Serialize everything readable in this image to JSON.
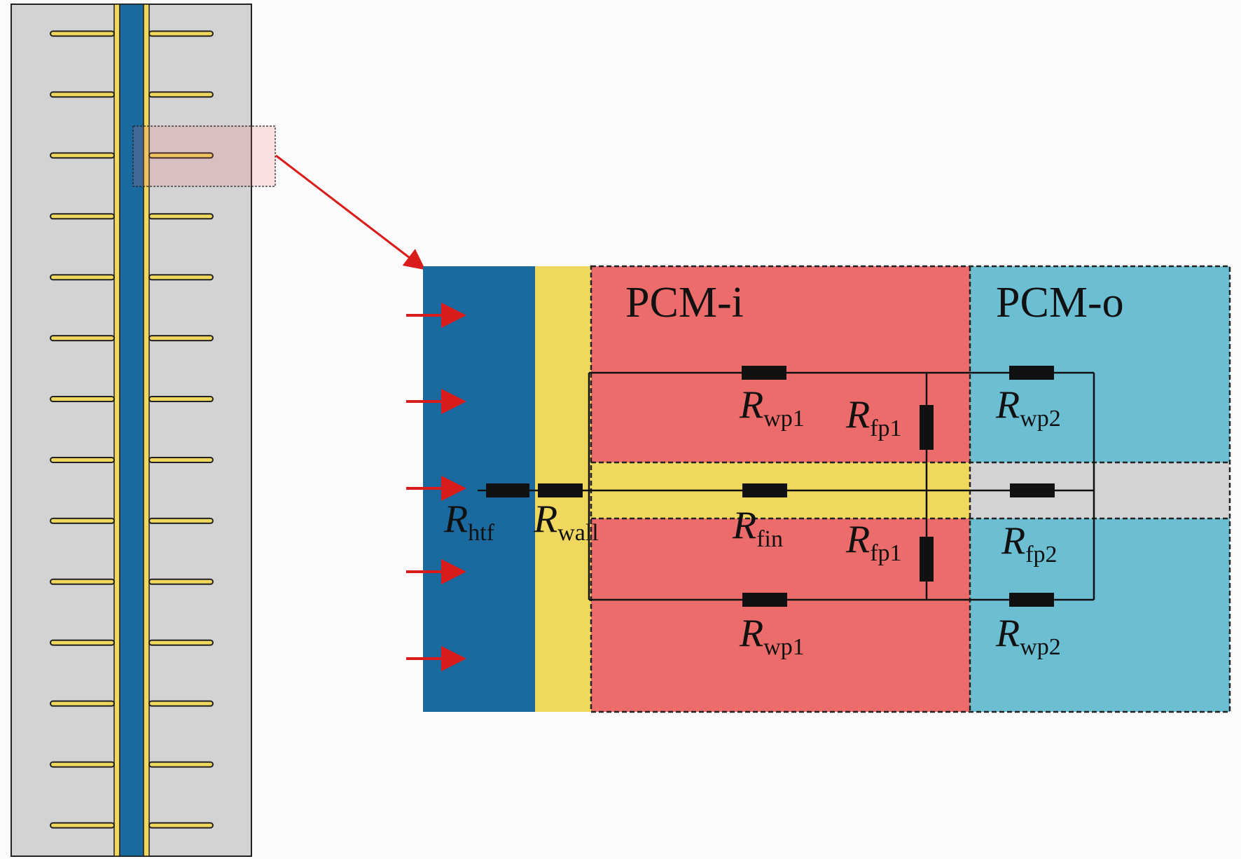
{
  "colors": {
    "background": "#fbfbfb",
    "pcm_gray": "#d3d3d3",
    "htf_blue": "#1a6aa0",
    "wall_yellow": "#f0d75e",
    "pcm_inner_red": "#ec6b6b",
    "pcm_outer_cyan": "#6cbfd3",
    "arrow_red": "#d81b1b",
    "resistor_black": "#111111"
  },
  "regions": {
    "pcm_inner": "PCM-i",
    "pcm_outer": "PCM-o"
  },
  "resistors": {
    "htf": {
      "symbol": "R",
      "sub": "htf"
    },
    "wall": {
      "symbol": "R",
      "sub": "wall"
    },
    "fin": {
      "symbol": "R",
      "sub": "fin"
    },
    "wp1_top": {
      "symbol": "R",
      "sub": "wp1"
    },
    "wp1_bottom": {
      "symbol": "R",
      "sub": "wp1"
    },
    "wp2_top": {
      "symbol": "R",
      "sub": "wp2"
    },
    "wp2_bottom": {
      "symbol": "R",
      "sub": "wp2"
    },
    "fp1_top": {
      "symbol": "R",
      "sub": "fp1"
    },
    "fp1_bottom": {
      "symbol": "R",
      "sub": "fp1"
    },
    "fp2": {
      "symbol": "R",
      "sub": "fp2"
    }
  },
  "tube": {
    "fin_pairs": 14
  },
  "heat_flux_arrows": 5
}
